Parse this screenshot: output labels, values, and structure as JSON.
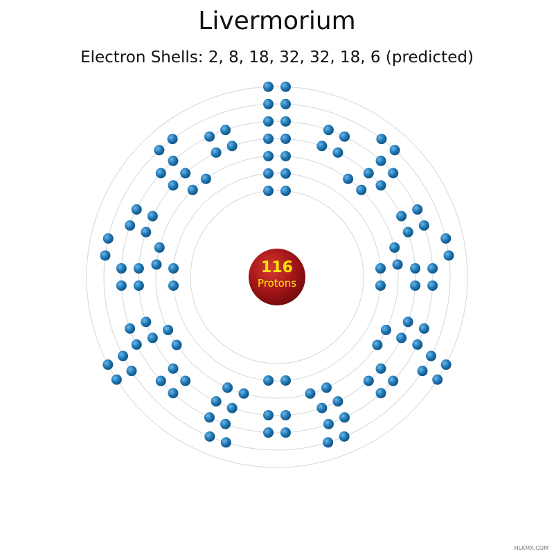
{
  "element_name": "Livermorium",
  "shells_text": "Electron Shells: 2, 8, 18, 32, 32, 18, 6 (predicted)",
  "shell_counts": [
    2,
    8,
    18,
    32,
    32,
    18,
    6
  ],
  "nucleus": {
    "proton_count": "116",
    "label": "Protons"
  },
  "watermark": "HLKMX.COM",
  "colors": {
    "nucleus": "#a11416",
    "proton_text": "#ffe600",
    "electron": "#1e77b4",
    "orbit": "#cfd8dc"
  }
}
